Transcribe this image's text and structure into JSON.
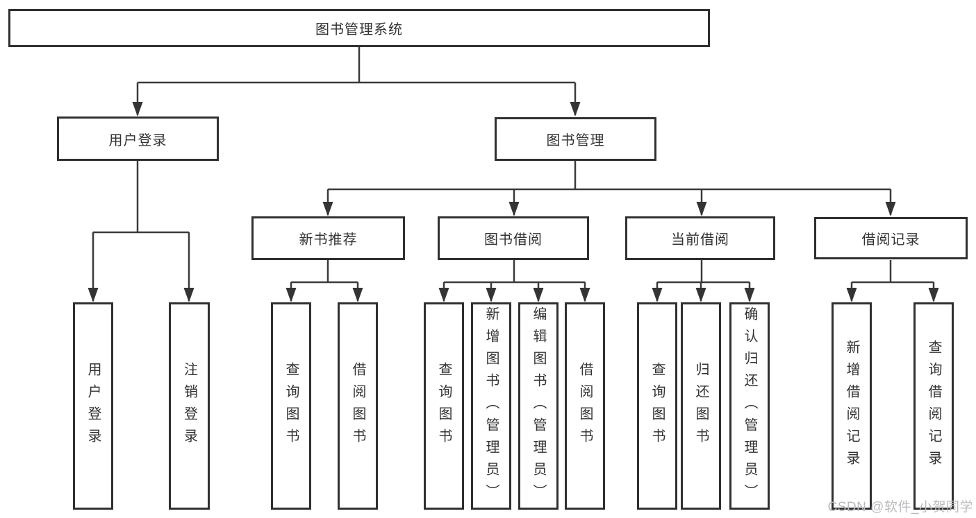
{
  "diagram": {
    "root": {
      "label": "图书管理系统"
    },
    "branches": [
      {
        "label": "用户登录",
        "children": [
          {
            "label": "用户登录"
          },
          {
            "label": "注销登录"
          }
        ]
      },
      {
        "label": "图书管理",
        "children": [
          {
            "label": "新书推荐",
            "children": [
              {
                "label": "查询图书"
              },
              {
                "label": "借阅图书"
              }
            ]
          },
          {
            "label": "图书借阅",
            "children": [
              {
                "label": "查询图书"
              },
              {
                "label": "新增图书（管理员）"
              },
              {
                "label": "编辑图书（管理员）"
              },
              {
                "label": "借阅图书"
              }
            ]
          },
          {
            "label": "当前借阅",
            "children": [
              {
                "label": "查询图书"
              },
              {
                "label": "归还图书"
              },
              {
                "label": "确认归还（管理员）"
              }
            ]
          },
          {
            "label": "借阅记录",
            "children": [
              {
                "label": "新增借阅记录"
              },
              {
                "label": "查询借阅记录"
              }
            ]
          }
        ]
      }
    ]
  },
  "watermark": {
    "text": "CSDN @软件_小贺同学"
  },
  "colors": {
    "background": "#ffffff",
    "box_border": "#303030",
    "line": "#3a3a3a",
    "text": "#333333",
    "watermark": "#bbbbbf"
  }
}
